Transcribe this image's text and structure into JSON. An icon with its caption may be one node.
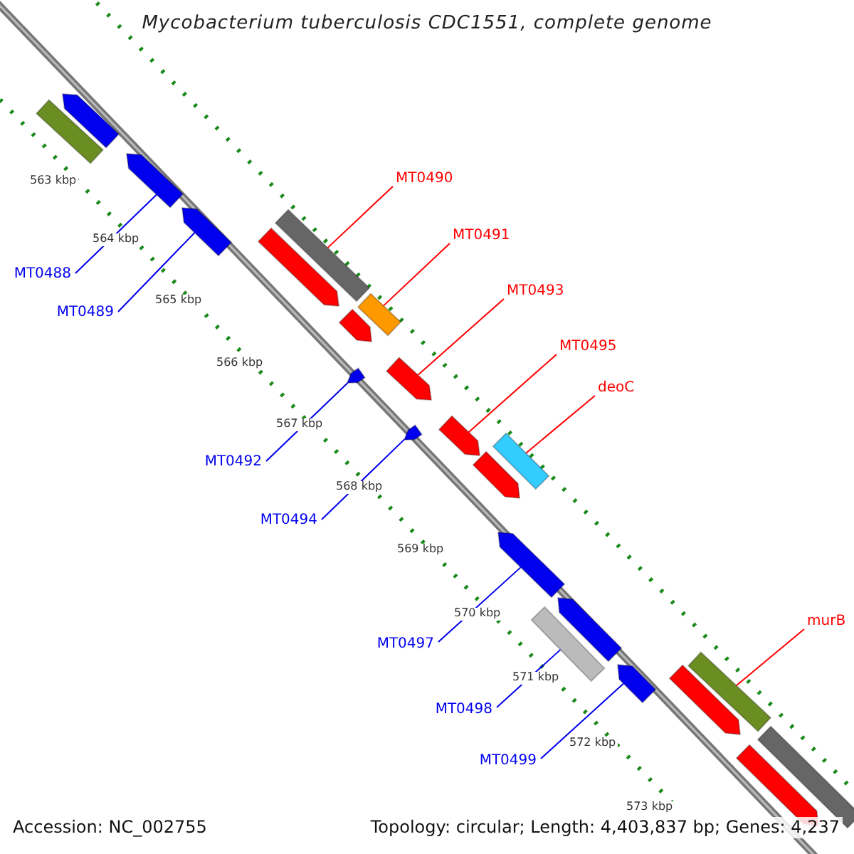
{
  "diagram": {
    "title": "Mycobacterium tuberculosis CDC1551, complete genome",
    "nodes": [
      {
        "text": [
          "MT0490"
        ]
      },
      {
        "text": [
          "MT0491"
        ]
      },
      {
        "text": [
          "MT0488"
        ]
      },
      {
        "text": [
          "MT0493"
        ]
      },
      {
        "text": [
          "MT0489"
        ]
      },
      {
        "text": [
          "MT0495"
        ]
      },
      {
        "text": [
          "deoC"
        ]
      },
      {
        "text": [
          "MT0492"
        ]
      },
      {
        "text": [
          "MT0494"
        ]
      },
      {
        "text": [
          "murB"
        ]
      },
      {
        "text": [
          "MT0497"
        ]
      },
      {
        "text": [
          "MT0498"
        ]
      },
      {
        "text": [
          "MT0499"
        ]
      },
      {
        "text": [],
        "shape": "bar"
      },
      {
        "text": [],
        "shape": "bar"
      },
      {
        "text": [],
        "shape": "bar"
      },
      {
        "text": [],
        "shape": "bar"
      },
      {
        "text": [],
        "shape": "bar"
      },
      {
        "text": [],
        "shape": "bar"
      },
      {
        "text": [],
        "shape": "bar"
      },
      {
        "text": [],
        "shape": "bar"
      },
      {
        "text": [],
        "shape": "bar"
      },
      {
        "text": [],
        "shape": "bar"
      },
      {
        "text": [],
        "shape": "bar"
      },
      {
        "text": [],
        "shape": "bar"
      },
      {
        "text": [],
        "shape": "bar"
      },
      {
        "text": [],
        "shape": "bar"
      },
      {
        "text": [],
        "shape": "bar"
      },
      {
        "text": [],
        "shape": "bar"
      },
      {
        "text": [],
        "shape": "bar"
      },
      {
        "text": [],
        "shape": "bar"
      },
      {
        "text": [],
        "shape": "bar"
      },
      {
        "text": [],
        "shape": "bar"
      },
      {
        "text": [],
        "shape": "bar"
      },
      {
        "text": [],
        "shape": "bar"
      }
    ],
    "edges": [
      {
        "from": 0,
        "to": 17,
        "arrow": "none",
        "color": "#ff0000"
      },
      {
        "from": 1,
        "to": 19,
        "arrow": "none",
        "color": "#ff0000"
      },
      {
        "from": 2,
        "to": 15,
        "arrow": "none"
      },
      {
        "from": 3,
        "to": 21,
        "arrow": "none",
        "color": "#ff0000"
      },
      {
        "from": 4,
        "to": 16,
        "arrow": "none"
      },
      {
        "from": 5,
        "to": 23,
        "arrow": "none",
        "color": "#ff0000"
      },
      {
        "from": 6,
        "to": 25,
        "arrow": "none",
        "color": "#ff0000"
      },
      {
        "from": 7,
        "to": 22,
        "arrow": "none"
      },
      {
        "from": 8,
        "to": 24,
        "arrow": "none"
      },
      {
        "from": 9,
        "to": 30,
        "arrow": "none",
        "color": "#ff0000"
      },
      {
        "from": 10,
        "to": 27,
        "arrow": "none"
      },
      {
        "from": 11,
        "to": 29,
        "arrow": "none"
      },
      {
        "from": 12,
        "to": 31,
        "arrow": "none"
      }
    ],
    "labels": [
      "563 kbp",
      "564 kbp",
      "565 kbp",
      "566 kbp",
      "567 kbp",
      "568 kbp",
      "569 kbp",
      "570 kbp",
      "571 kbp",
      "572 kbp",
      "573 kbp",
      "Accession: NC_002755",
      "Topology: circular; Length: 4,403,837 bp; Genes: 4,237"
    ]
  }
}
